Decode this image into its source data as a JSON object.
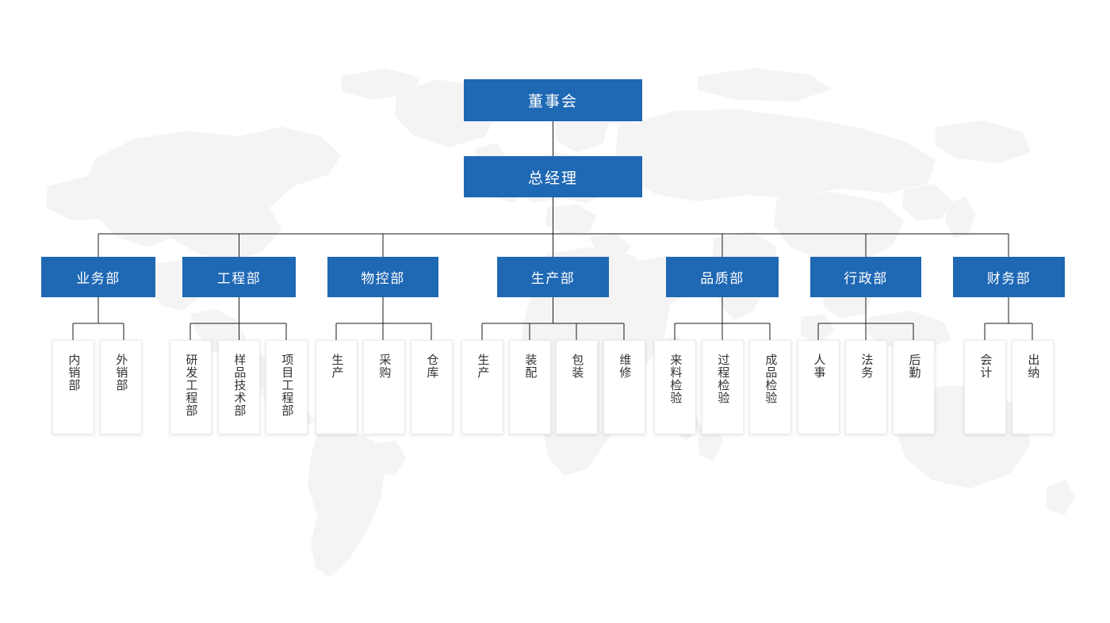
{
  "meta": {
    "title": "组织架构图",
    "accent_color": "#1f68b4",
    "leaf_bg": "#ffffff",
    "leaf_border": "#ececec",
    "background": "#ffffff",
    "watermark": "world-map"
  },
  "org": {
    "board": {
      "label": "董事会"
    },
    "general_manager": {
      "label": "总经理"
    },
    "departments": [
      {
        "label": "业务部",
        "children": [
          {
            "label": "内销部"
          },
          {
            "label": "外销部"
          }
        ]
      },
      {
        "label": "工程部",
        "children": [
          {
            "label": "研发工程部"
          },
          {
            "label": "样品技术部"
          },
          {
            "label": "项目工程部"
          }
        ]
      },
      {
        "label": "物控部",
        "children": [
          {
            "label": "生产"
          },
          {
            "label": "采购"
          },
          {
            "label": "仓库"
          }
        ]
      },
      {
        "label": "生产部",
        "children": [
          {
            "label": "生产"
          },
          {
            "label": "装配"
          },
          {
            "label": "包装"
          },
          {
            "label": "维修"
          }
        ]
      },
      {
        "label": "品质部",
        "children": [
          {
            "label": "来料检验"
          },
          {
            "label": "过程检验"
          },
          {
            "label": "成品检验"
          }
        ]
      },
      {
        "label": "行政部",
        "children": [
          {
            "label": "人事"
          },
          {
            "label": "法务"
          },
          {
            "label": "后勤"
          }
        ]
      },
      {
        "label": "财务部",
        "children": [
          {
            "label": "会计"
          },
          {
            "label": "出纳"
          }
        ]
      }
    ]
  }
}
